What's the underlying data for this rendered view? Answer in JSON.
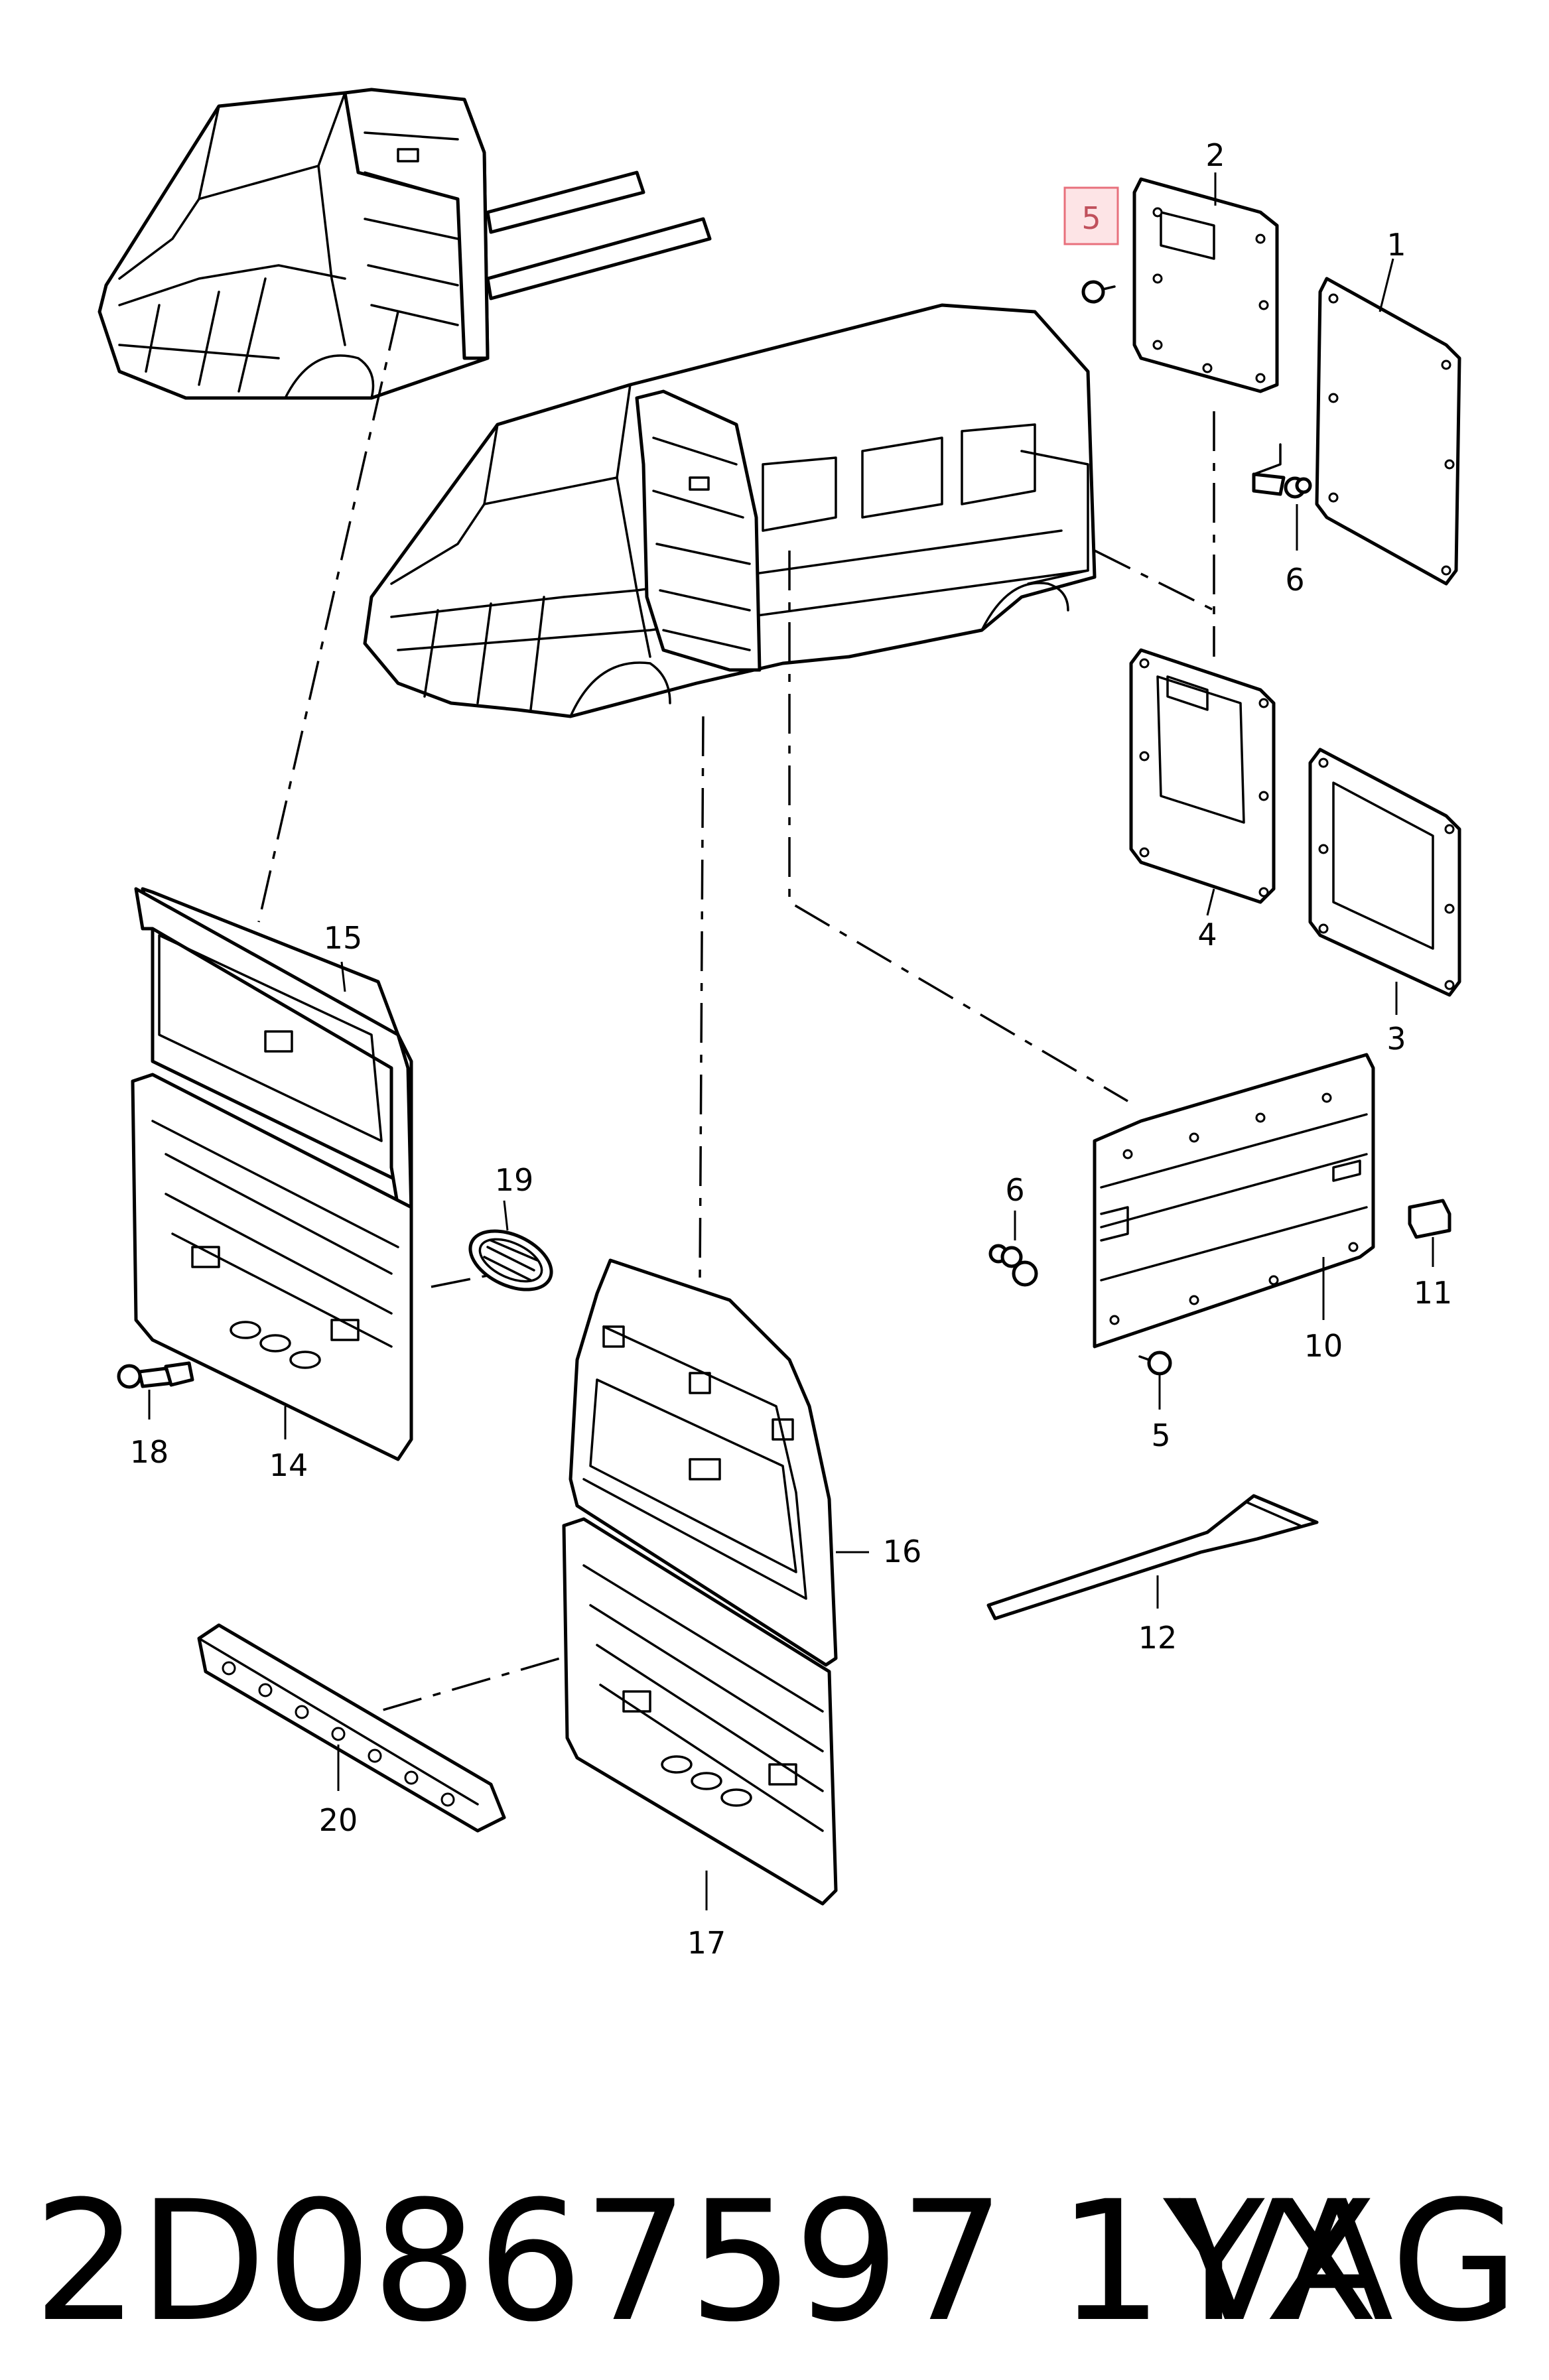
{
  "diagram": {
    "callouts": [
      "1",
      "2",
      "3",
      "4",
      "5",
      "5",
      "6",
      "6",
      "10",
      "11",
      "12",
      "14",
      "15",
      "16",
      "17",
      "18",
      "19",
      "20"
    ],
    "highlighted": "5"
  },
  "footer": {
    "part_number": "2D0867597 1YX",
    "brand": "VAG"
  },
  "colors": {
    "highlight_fill": "#fde4e6",
    "highlight_stroke": "#e8707c",
    "ink": "#000000"
  }
}
